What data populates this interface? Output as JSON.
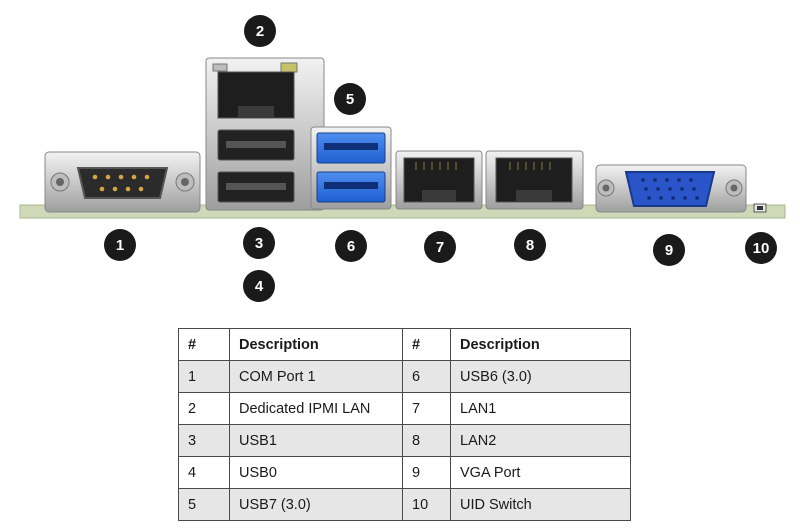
{
  "callouts": [
    "1",
    "2",
    "3",
    "4",
    "5",
    "6",
    "7",
    "8",
    "9",
    "10"
  ],
  "table": {
    "headers": [
      "#",
      "Description",
      "#",
      "Description"
    ],
    "rows": [
      [
        "1",
        "COM Port 1",
        "6",
        "USB6 (3.0)"
      ],
      [
        "2",
        "Dedicated IPMI LAN",
        "7",
        "LAN1"
      ],
      [
        "3",
        "USB1",
        "8",
        "LAN2"
      ],
      [
        "4",
        "USB0",
        "9",
        "VGA Port"
      ],
      [
        "5",
        "USB7 (3.0)",
        "10",
        "UID Switch"
      ]
    ]
  },
  "colors": {
    "usb3": "#1f5fd0",
    "vga": "#2a55c8",
    "board": "#cfd9b8",
    "badge": "#1a1a1a"
  }
}
